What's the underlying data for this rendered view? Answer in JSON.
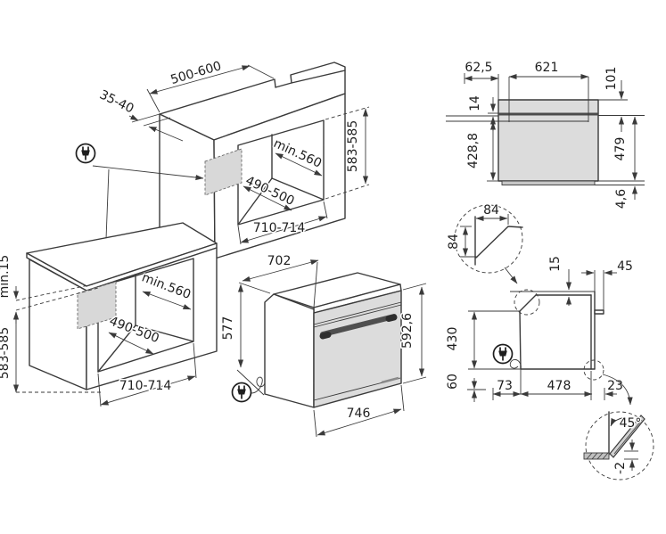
{
  "colors": {
    "line": "#3a3a3a",
    "fill_light": "#dcdcdc",
    "band_dark": "#4b4b4b",
    "patch": "#d8d8d8"
  },
  "tall_cabinet": {
    "top_depth": "500-600",
    "top_front_gap": "35-40",
    "niche_depth": "min.560",
    "support_depth": "490-500",
    "niche_width": "710-714",
    "niche_height": "583-585"
  },
  "base_cabinet": {
    "top_clearance": "min.15",
    "niche_height": "583-585",
    "niche_depth": "min.560",
    "support_depth": "490-500",
    "niche_width": "710-714"
  },
  "oven": {
    "depth": "702",
    "body_height": "577",
    "front_height": "592,6",
    "width": "746"
  },
  "side_view": {
    "front_offset": "62,5",
    "inner_depth": "621",
    "top_inset": "101",
    "trim_height": "14",
    "lower_height": "428,8",
    "rear_height": "479",
    "base_gap": "4,6"
  },
  "chamfer_detail": {
    "width": "84",
    "height": "84"
  },
  "profile": {
    "top_gap": "15",
    "rear_top_gap": "45",
    "side_height": "430",
    "plinth_height": "60",
    "front_inset": "73",
    "support_length": "478",
    "rear_inset": "23"
  },
  "angle_detail": {
    "angle": "45°",
    "drop": "-2"
  }
}
